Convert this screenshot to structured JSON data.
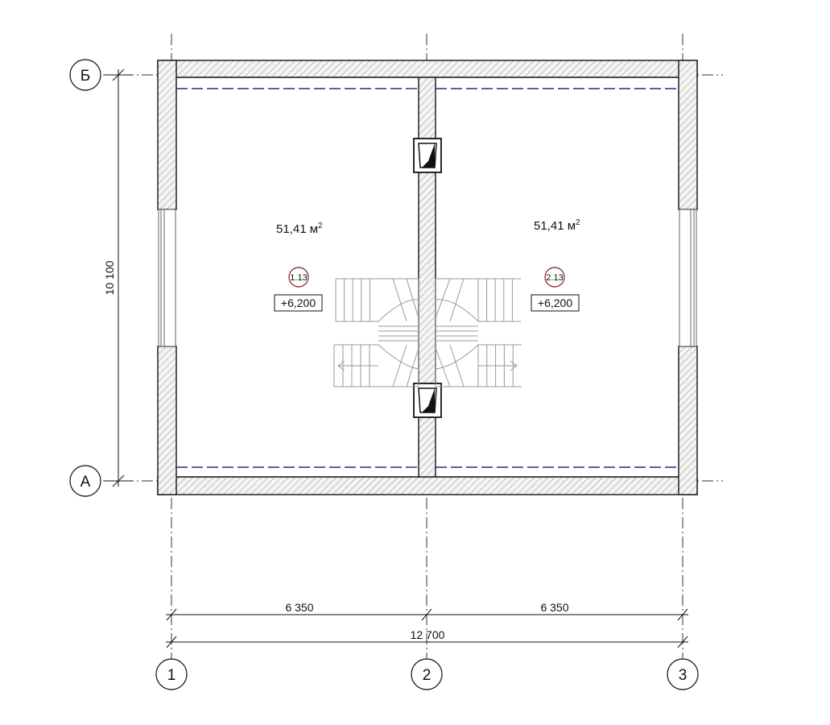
{
  "grid": {
    "axes_letters": [
      "Б",
      "А"
    ],
    "axes_numbers": [
      "1",
      "2",
      "3"
    ]
  },
  "dimensions": {
    "span_left": "6 350",
    "span_right": "6 350",
    "overall": "12 700",
    "height": "10 100"
  },
  "rooms": [
    {
      "area_value": "51,41 м",
      "area_sup": "2",
      "tag": "1.13",
      "level": "+6,200"
    },
    {
      "area_value": "51,41 м",
      "area_sup": "2",
      "tag": "2.13",
      "level": "+6,200"
    }
  ],
  "colors": {
    "wall_outline": "#222222",
    "hatch": "#777777",
    "axis": "#333333",
    "dashed_line": "#1a2a9c",
    "room_tag": "#8b1a1a",
    "stair": "#999999"
  }
}
